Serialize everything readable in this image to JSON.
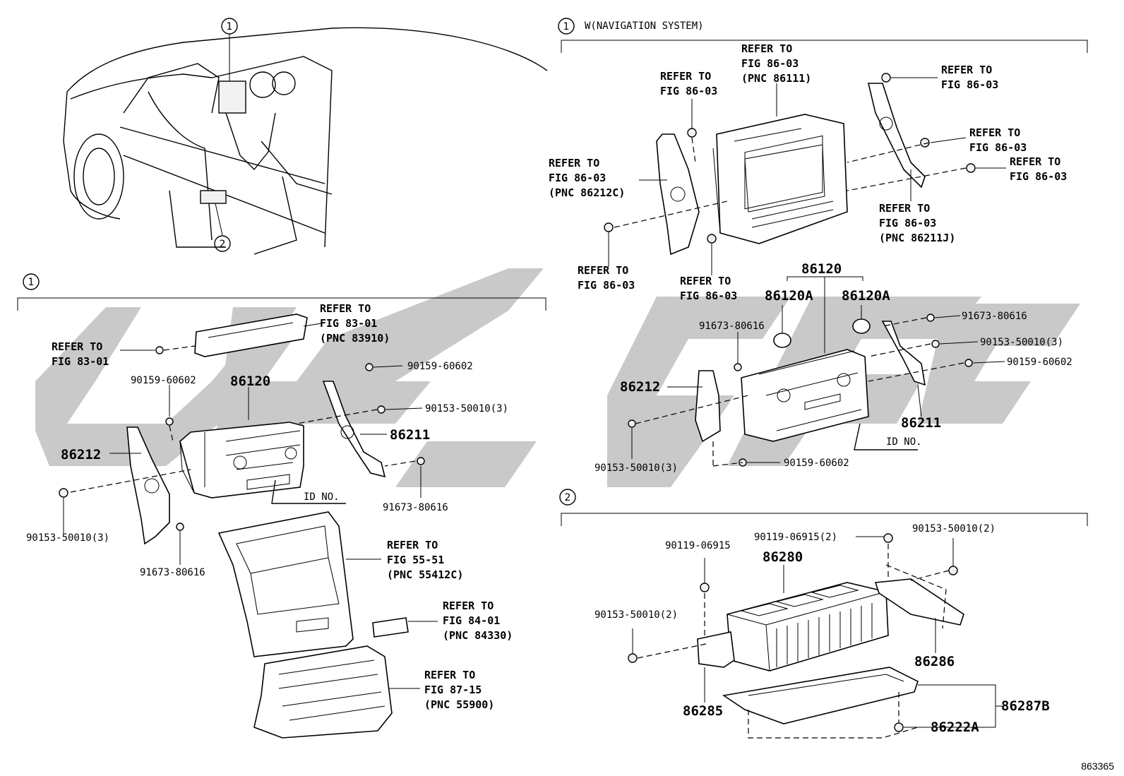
{
  "callouts": {
    "one": "1",
    "two": "2"
  },
  "nav_section_title": "W(NAVIGATION SYSTEM)",
  "refer": {
    "r1": [
      "REFER TO",
      "FIG 86-03"
    ],
    "r2": [
      "REFER TO",
      "FIG 86-03",
      "(PNC 86111)"
    ],
    "r3": [
      "REFER TO",
      "FIG 86-03"
    ],
    "r4": [
      "REFER TO",
      "FIG 86-03"
    ],
    "r5": [
      "REFER TO",
      "FIG 86-03"
    ],
    "r6": [
      "REFER TO",
      "FIG 86-03",
      "(PNC 86212C)"
    ],
    "r7": [
      "REFER TO",
      "FIG 86-03",
      "(PNC 86211J)"
    ],
    "r8": [
      "REFER TO",
      "FIG 86-03"
    ],
    "r9": [
      "REFER TO",
      "FIG 86-03"
    ],
    "r10": [
      "REFER TO",
      "FIG 83-01",
      "(PNC 83910)"
    ],
    "r11": [
      "REFER TO",
      "FIG 83-01"
    ],
    "r12": [
      "REFER TO",
      "FIG 55-51",
      "(PNC 55412C)"
    ],
    "r13": [
      "REFER TO",
      "FIG 84-01",
      "(PNC 84330)"
    ],
    "r14": [
      "REFER TO",
      "FIG 87-15",
      "(PNC 55900)"
    ]
  },
  "parts": {
    "p86120_nav": "86120",
    "p86120A_l": "86120A",
    "p86120A_r": "86120A",
    "p86212_nav": "86212",
    "p86211_nav": "86211",
    "p86120": "86120",
    "p86212": "86212",
    "p86211": "86211",
    "p86280": "86280",
    "p86286": "86286",
    "p86285": "86285",
    "p86287B": "86287B",
    "p86222A": "86222A"
  },
  "bolts": {
    "b1": "91673-80616",
    "b2": "91673-80616",
    "b3": "90153-50010(3)",
    "b4": "90159-60602",
    "b5": "90153-50010(3)",
    "b6": "90159-60602",
    "b7": "90159-60602",
    "b8": "90159-60602",
    "b9": "90153-50010(3)",
    "b10": "91673-80616",
    "b11": "90153-50010(3)",
    "b12": "91673-80616",
    "b13": "90119-06915",
    "b14": "90119-06915(2)",
    "b15": "90153-50010(2)",
    "b16": "90153-50010(2)"
  },
  "id_no": {
    "nav": "ID NO.",
    "std": "ID NO."
  },
  "diagram_code": "863365"
}
